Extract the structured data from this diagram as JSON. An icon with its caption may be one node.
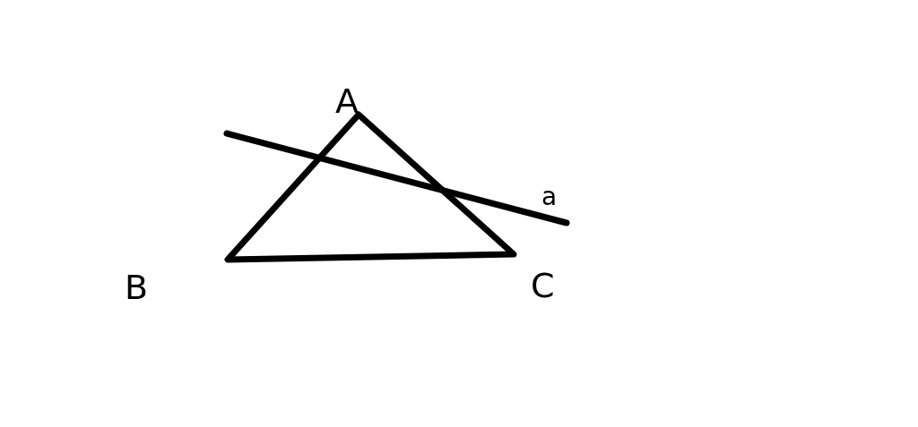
{
  "diagram": {
    "labels": [
      "A",
      "a",
      "B",
      "C"
    ]
  }
}
